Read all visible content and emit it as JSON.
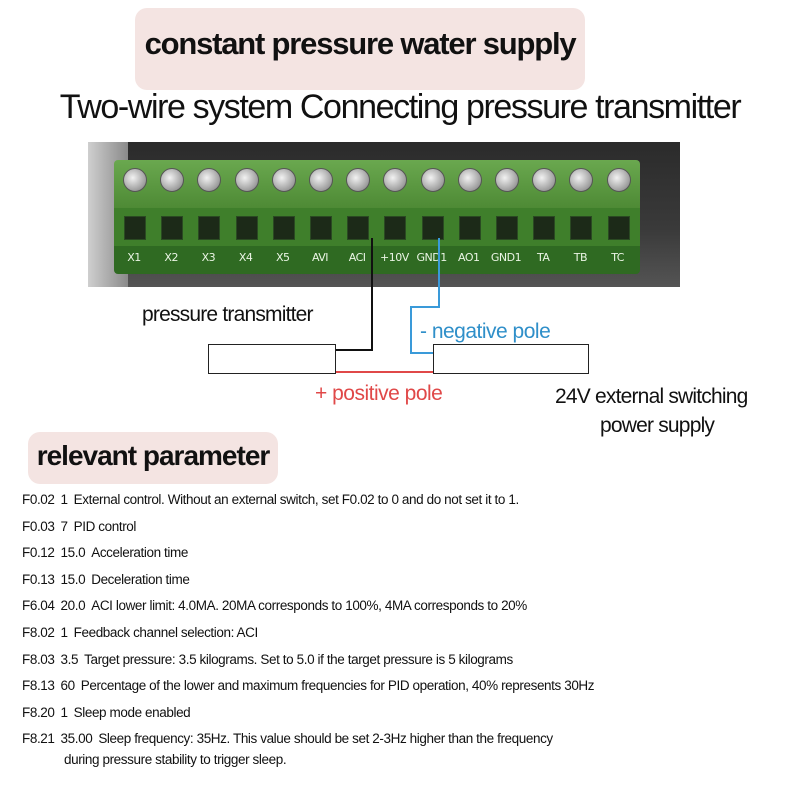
{
  "title": "constant pressure water supply",
  "subtitle": "Two-wire system  Connecting pressure transmitter",
  "terminals": [
    "X1",
    "X2",
    "X3",
    "X4",
    "X5",
    "AVI",
    "ACI",
    "+10V",
    "GND1",
    "AO1",
    "GND1",
    "TA",
    "TB",
    "TC"
  ],
  "labels": {
    "transmitter": "pressure transmitter",
    "negative": "- negative pole",
    "positive": "+ positive pole",
    "power_line1": "24V external switching",
    "power_line2": "power supply"
  },
  "colors": {
    "negative_wire": "#3a9ad9",
    "positive_wire": "#e04848",
    "terminal_green": "#4e8a35",
    "heading_bg": "#f4e4e2"
  },
  "parameters_title": "relevant parameter",
  "parameters": [
    {
      "code": "F0.02",
      "value": "1",
      "desc": "External control. Without an external switch, set F0.02 to 0 and do not set it to 1."
    },
    {
      "code": "F0.03",
      "value": "7",
      "desc": "PID control"
    },
    {
      "code": "F0.12",
      "value": "15.0",
      "desc": "Acceleration time"
    },
    {
      "code": "F0.13",
      "value": "15.0",
      "desc": "Deceleration time"
    },
    {
      "code": "F6.04",
      "value": "20.0",
      "desc": "ACI lower limit: 4.0MA. 20MA corresponds to 100%, 4MA corresponds to 20%"
    },
    {
      "code": "F8.02",
      "value": "1",
      "desc": "Feedback channel selection: ACI"
    },
    {
      "code": "F8.03",
      "value": "3.5",
      "desc": "Target pressure: 3.5 kilograms. Set to 5.0 if the target pressure is 5 kilograms"
    },
    {
      "code": "F8.13",
      "value": "60",
      "desc": "Percentage of the lower and maximum frequencies for PID operation, 40% represents 30Hz"
    },
    {
      "code": "F8.20",
      "value": "1",
      "desc": "Sleep mode enabled"
    },
    {
      "code": "F8.21",
      "value": "35.00",
      "desc": "Sleep frequency: 35Hz. This value should be set 2-3Hz higher than the frequency"
    }
  ],
  "parameters_continuation": "during pressure stability to trigger sleep."
}
